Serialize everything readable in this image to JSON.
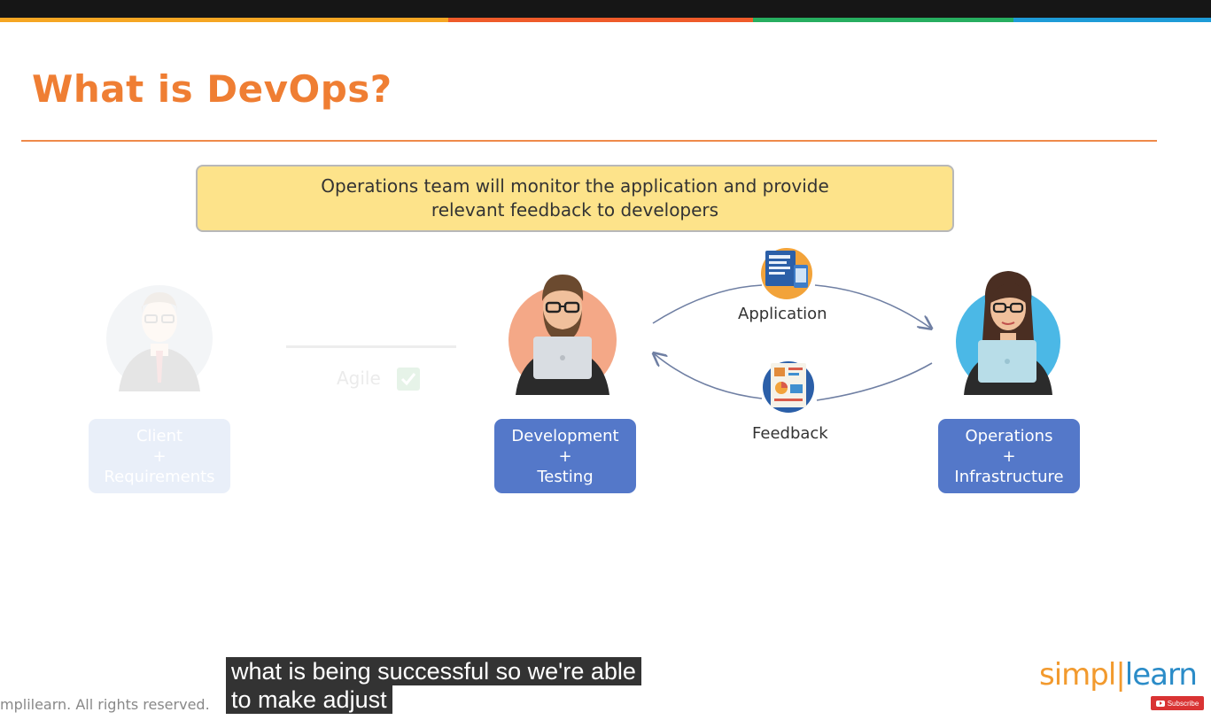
{
  "slide": {
    "title": "What is DevOps?",
    "callout_line1": "Operations team will monitor the application and provide",
    "callout_line2": "relevant feedback to developers",
    "brand_colors": [
      "#f5a623",
      "#ef5b2a",
      "#27ae60",
      "#1e9bd7"
    ],
    "accent": "#ef7e33"
  },
  "diagram": {
    "client": {
      "line1": "Client",
      "line2": "+",
      "line3": "Requirements",
      "icon": "client-person-icon"
    },
    "agile": {
      "label": "Agile",
      "check_icon": "check-icon"
    },
    "dev": {
      "line1": "Development",
      "line2": "+",
      "line3": "Testing",
      "icon": "developer-person-icon"
    },
    "ops": {
      "line1": "Operations",
      "line2": "+",
      "line3": "Infrastructure",
      "icon": "operations-person-icon"
    },
    "application_label": "Application",
    "feedback_label": "Feedback",
    "box_color": "#5478c9"
  },
  "captions": {
    "line1": "what is being successful so we're able",
    "line2": "to make adjust"
  },
  "footer": {
    "copyright": "mplilearn. All rights reserved.",
    "logo_left": "simpl",
    "logo_right": "learn",
    "subscribe": "Subscribe"
  }
}
